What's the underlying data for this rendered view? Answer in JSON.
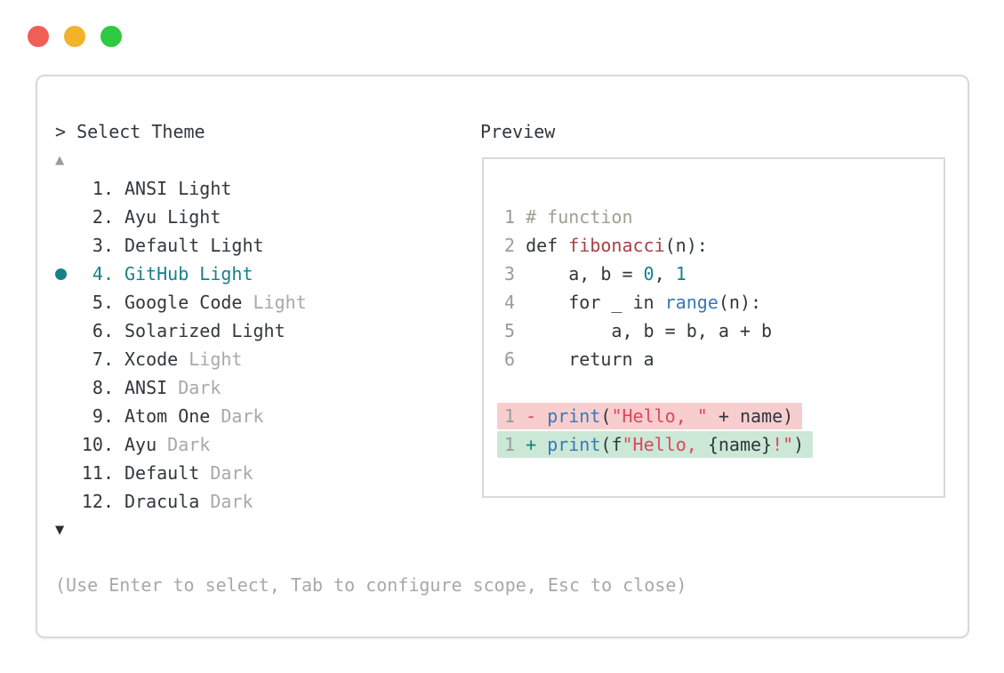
{
  "colors": {
    "fg": "#31373d",
    "dim": "#a8a8a8",
    "dim_dark": "#9b9b9b",
    "accent": "#17808a",
    "comment": "#9aa38d",
    "func_red": "#a93f44",
    "blue": "#3878ba",
    "string": "#e2455e",
    "minus": "#e2455e",
    "plus": "#108577",
    "removed_bg": "#f8cdce",
    "added_bg": "#cbe7d6",
    "border": "#d9d9d9",
    "traffic_red": "#f15e56",
    "traffic_yellow": "#f2b32a",
    "traffic_green": "#2fc944"
  },
  "window_controls": [
    {
      "name": "close-button",
      "color_key": "traffic_red"
    },
    {
      "name": "minimize-button",
      "color_key": "traffic_yellow"
    },
    {
      "name": "zoom-button",
      "color_key": "traffic_green"
    }
  ],
  "theme_picker": {
    "prompt": "> Select Theme",
    "scroll_up": "▲",
    "scroll_down": "▼",
    "items": [
      {
        "number": "1.",
        "selected": false,
        "segments": [
          {
            "text": "ANSI Light",
            "color": "fg"
          }
        ]
      },
      {
        "number": "2.",
        "selected": false,
        "segments": [
          {
            "text": "Ayu Light",
            "color": "fg"
          }
        ]
      },
      {
        "number": "3.",
        "selected": false,
        "segments": [
          {
            "text": "Default Light",
            "color": "fg"
          }
        ]
      },
      {
        "number": "4.",
        "selected": true,
        "segments": [
          {
            "text": "GitHub Light",
            "color": "accent"
          }
        ]
      },
      {
        "number": "5.",
        "selected": false,
        "segments": [
          {
            "text": "Google Code ",
            "color": "fg"
          },
          {
            "text": "Light",
            "color": "dim"
          }
        ]
      },
      {
        "number": "6.",
        "selected": false,
        "segments": [
          {
            "text": "Solarized Light",
            "color": "fg"
          }
        ]
      },
      {
        "number": "7.",
        "selected": false,
        "segments": [
          {
            "text": "Xcode ",
            "color": "fg"
          },
          {
            "text": "Light",
            "color": "dim"
          }
        ]
      },
      {
        "number": "8.",
        "selected": false,
        "segments": [
          {
            "text": "ANSI ",
            "color": "fg"
          },
          {
            "text": "Dark",
            "color": "dim"
          }
        ]
      },
      {
        "number": "9.",
        "selected": false,
        "segments": [
          {
            "text": "Atom One ",
            "color": "fg"
          },
          {
            "text": "Dark",
            "color": "dim"
          }
        ]
      },
      {
        "number": "10.",
        "selected": false,
        "segments": [
          {
            "text": "Ayu ",
            "color": "fg"
          },
          {
            "text": "Dark",
            "color": "dim"
          }
        ]
      },
      {
        "number": "11.",
        "selected": false,
        "segments": [
          {
            "text": "Default ",
            "color": "fg"
          },
          {
            "text": "Dark",
            "color": "dim"
          }
        ]
      },
      {
        "number": "12.",
        "selected": false,
        "segments": [
          {
            "text": "Dracula ",
            "color": "fg"
          },
          {
            "text": "Dark",
            "color": "dim"
          }
        ]
      }
    ],
    "hint": "(Use Enter to select, Tab to configure scope, Esc to close)"
  },
  "preview": {
    "label": "Preview",
    "code_lines": [
      {
        "type": "code",
        "segments": [
          {
            "text": "1 ",
            "color": "dim_dark"
          },
          {
            "text": "# function",
            "color": "comment"
          }
        ]
      },
      {
        "type": "code",
        "segments": [
          {
            "text": "2 ",
            "color": "dim_dark"
          },
          {
            "text": "def ",
            "color": "fg"
          },
          {
            "text": "fibonacci",
            "color": "func_red"
          },
          {
            "text": "(n):",
            "color": "fg"
          }
        ]
      },
      {
        "type": "code",
        "segments": [
          {
            "text": "3 ",
            "color": "dim_dark"
          },
          {
            "text": "    a, b = ",
            "color": "fg"
          },
          {
            "text": "0",
            "color": "accent"
          },
          {
            "text": ", ",
            "color": "fg"
          },
          {
            "text": "1",
            "color": "accent"
          }
        ]
      },
      {
        "type": "code",
        "segments": [
          {
            "text": "4 ",
            "color": "dim_dark"
          },
          {
            "text": "    for _ in ",
            "color": "fg"
          },
          {
            "text": "range",
            "color": "blue"
          },
          {
            "text": "(n):",
            "color": "fg"
          }
        ]
      },
      {
        "type": "code",
        "segments": [
          {
            "text": "5 ",
            "color": "dim_dark"
          },
          {
            "text": "        a, b = b, a + b",
            "color": "fg"
          }
        ]
      },
      {
        "type": "code",
        "segments": [
          {
            "text": "6 ",
            "color": "dim_dark"
          },
          {
            "text": "    return a",
            "color": "fg"
          }
        ]
      },
      {
        "type": "blank"
      },
      {
        "type": "removed",
        "segments": [
          {
            "text": "1 ",
            "color": "dim_dark"
          },
          {
            "text": "- ",
            "color": "minus"
          },
          {
            "text": "print",
            "color": "blue"
          },
          {
            "text": "(",
            "color": "fg"
          },
          {
            "text": "\"Hello, \"",
            "color": "string"
          },
          {
            "text": " + name)",
            "color": "fg"
          }
        ]
      },
      {
        "type": "added",
        "segments": [
          {
            "text": "1 ",
            "color": "dim_dark"
          },
          {
            "text": "+ ",
            "color": "plus"
          },
          {
            "text": "print",
            "color": "blue"
          },
          {
            "text": "(f",
            "color": "fg"
          },
          {
            "text": "\"Hello, ",
            "color": "string"
          },
          {
            "text": "{name}",
            "color": "fg"
          },
          {
            "text": "!\"",
            "color": "string"
          },
          {
            "text": ")",
            "color": "fg"
          }
        ]
      }
    ]
  }
}
